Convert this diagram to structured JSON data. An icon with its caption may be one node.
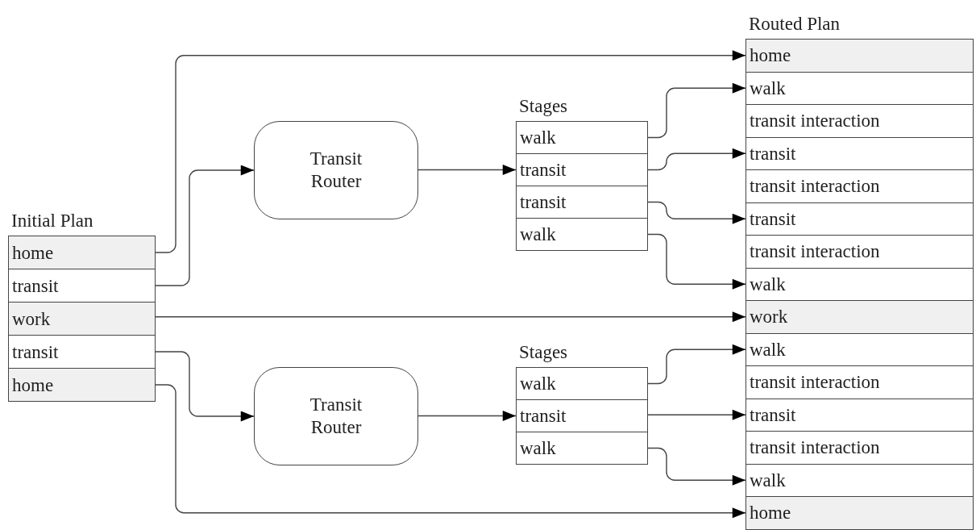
{
  "diagram": {
    "nodes": [
      {
        "text": [
          "Initial Plan"
        ]
      },
      {
        "text": [
          "home"
        ],
        "in": 0
      },
      {
        "text": [
          "transit"
        ],
        "in": 0
      },
      {
        "text": [
          "work"
        ],
        "in": 0
      },
      {
        "text": [
          "transit"
        ],
        "in": 0
      },
      {
        "text": [
          "home"
        ],
        "in": 0
      },
      {
        "text": [
          "Transit Router"
        ]
      },
      {
        "text": [
          "Stages"
        ]
      },
      {
        "text": [
          "walk"
        ],
        "in": 7
      },
      {
        "text": [
          "transit"
        ],
        "in": 7
      },
      {
        "text": [
          "transit"
        ],
        "in": 7
      },
      {
        "text": [
          "walk"
        ],
        "in": 7
      },
      {
        "text": [
          "Transit Router"
        ]
      },
      {
        "text": [
          "Stages"
        ]
      },
      {
        "text": [
          "walk"
        ],
        "in": 13
      },
      {
        "text": [
          "transit"
        ],
        "in": 13
      },
      {
        "text": [
          "walk"
        ],
        "in": 13
      },
      {
        "text": [
          "Routed Plan"
        ]
      },
      {
        "text": [
          "home"
        ],
        "in": 17
      },
      {
        "text": [
          "walk"
        ],
        "in": 17
      },
      {
        "text": [
          "transit interaction"
        ],
        "in": 17
      },
      {
        "text": [
          "transit"
        ],
        "in": 17
      },
      {
        "text": [
          "transit interaction"
        ],
        "in": 17
      },
      {
        "text": [
          "transit"
        ],
        "in": 17
      },
      {
        "text": [
          "transit interaction"
        ],
        "in": 17
      },
      {
        "text": [
          "walk"
        ],
        "in": 17
      },
      {
        "text": [
          "work"
        ],
        "in": 17
      },
      {
        "text": [
          "walk"
        ],
        "in": 17
      },
      {
        "text": [
          "transit interaction"
        ],
        "in": 17
      },
      {
        "text": [
          "transit"
        ],
        "in": 17
      },
      {
        "text": [
          "transit interaction"
        ],
        "in": 17
      },
      {
        "text": [
          "walk"
        ],
        "in": 17
      },
      {
        "text": [
          "home"
        ],
        "in": 17
      }
    ],
    "edges": [
      {
        "from": 1,
        "to": 18,
        "arrow": "to"
      },
      {
        "from": 2,
        "to": 6,
        "arrow": "to"
      },
      {
        "from": 3,
        "to": 26,
        "arrow": "to"
      },
      {
        "from": 4,
        "to": 12,
        "arrow": "to"
      },
      {
        "from": 5,
        "to": 32,
        "arrow": "to"
      },
      {
        "from": 6,
        "to": 9,
        "arrow": "to"
      },
      {
        "from": 8,
        "to": 19,
        "arrow": "to"
      },
      {
        "from": 9,
        "to": 21,
        "arrow": "to"
      },
      {
        "from": 10,
        "to": 23,
        "arrow": "to"
      },
      {
        "from": 11,
        "to": 25,
        "arrow": "to"
      },
      {
        "from": 12,
        "to": 15,
        "arrow": "to"
      },
      {
        "from": 14,
        "to": 27,
        "arrow": "to"
      },
      {
        "from": 15,
        "to": 29,
        "arrow": "to"
      },
      {
        "from": 16,
        "to": 31,
        "arrow": "to"
      }
    ]
  }
}
